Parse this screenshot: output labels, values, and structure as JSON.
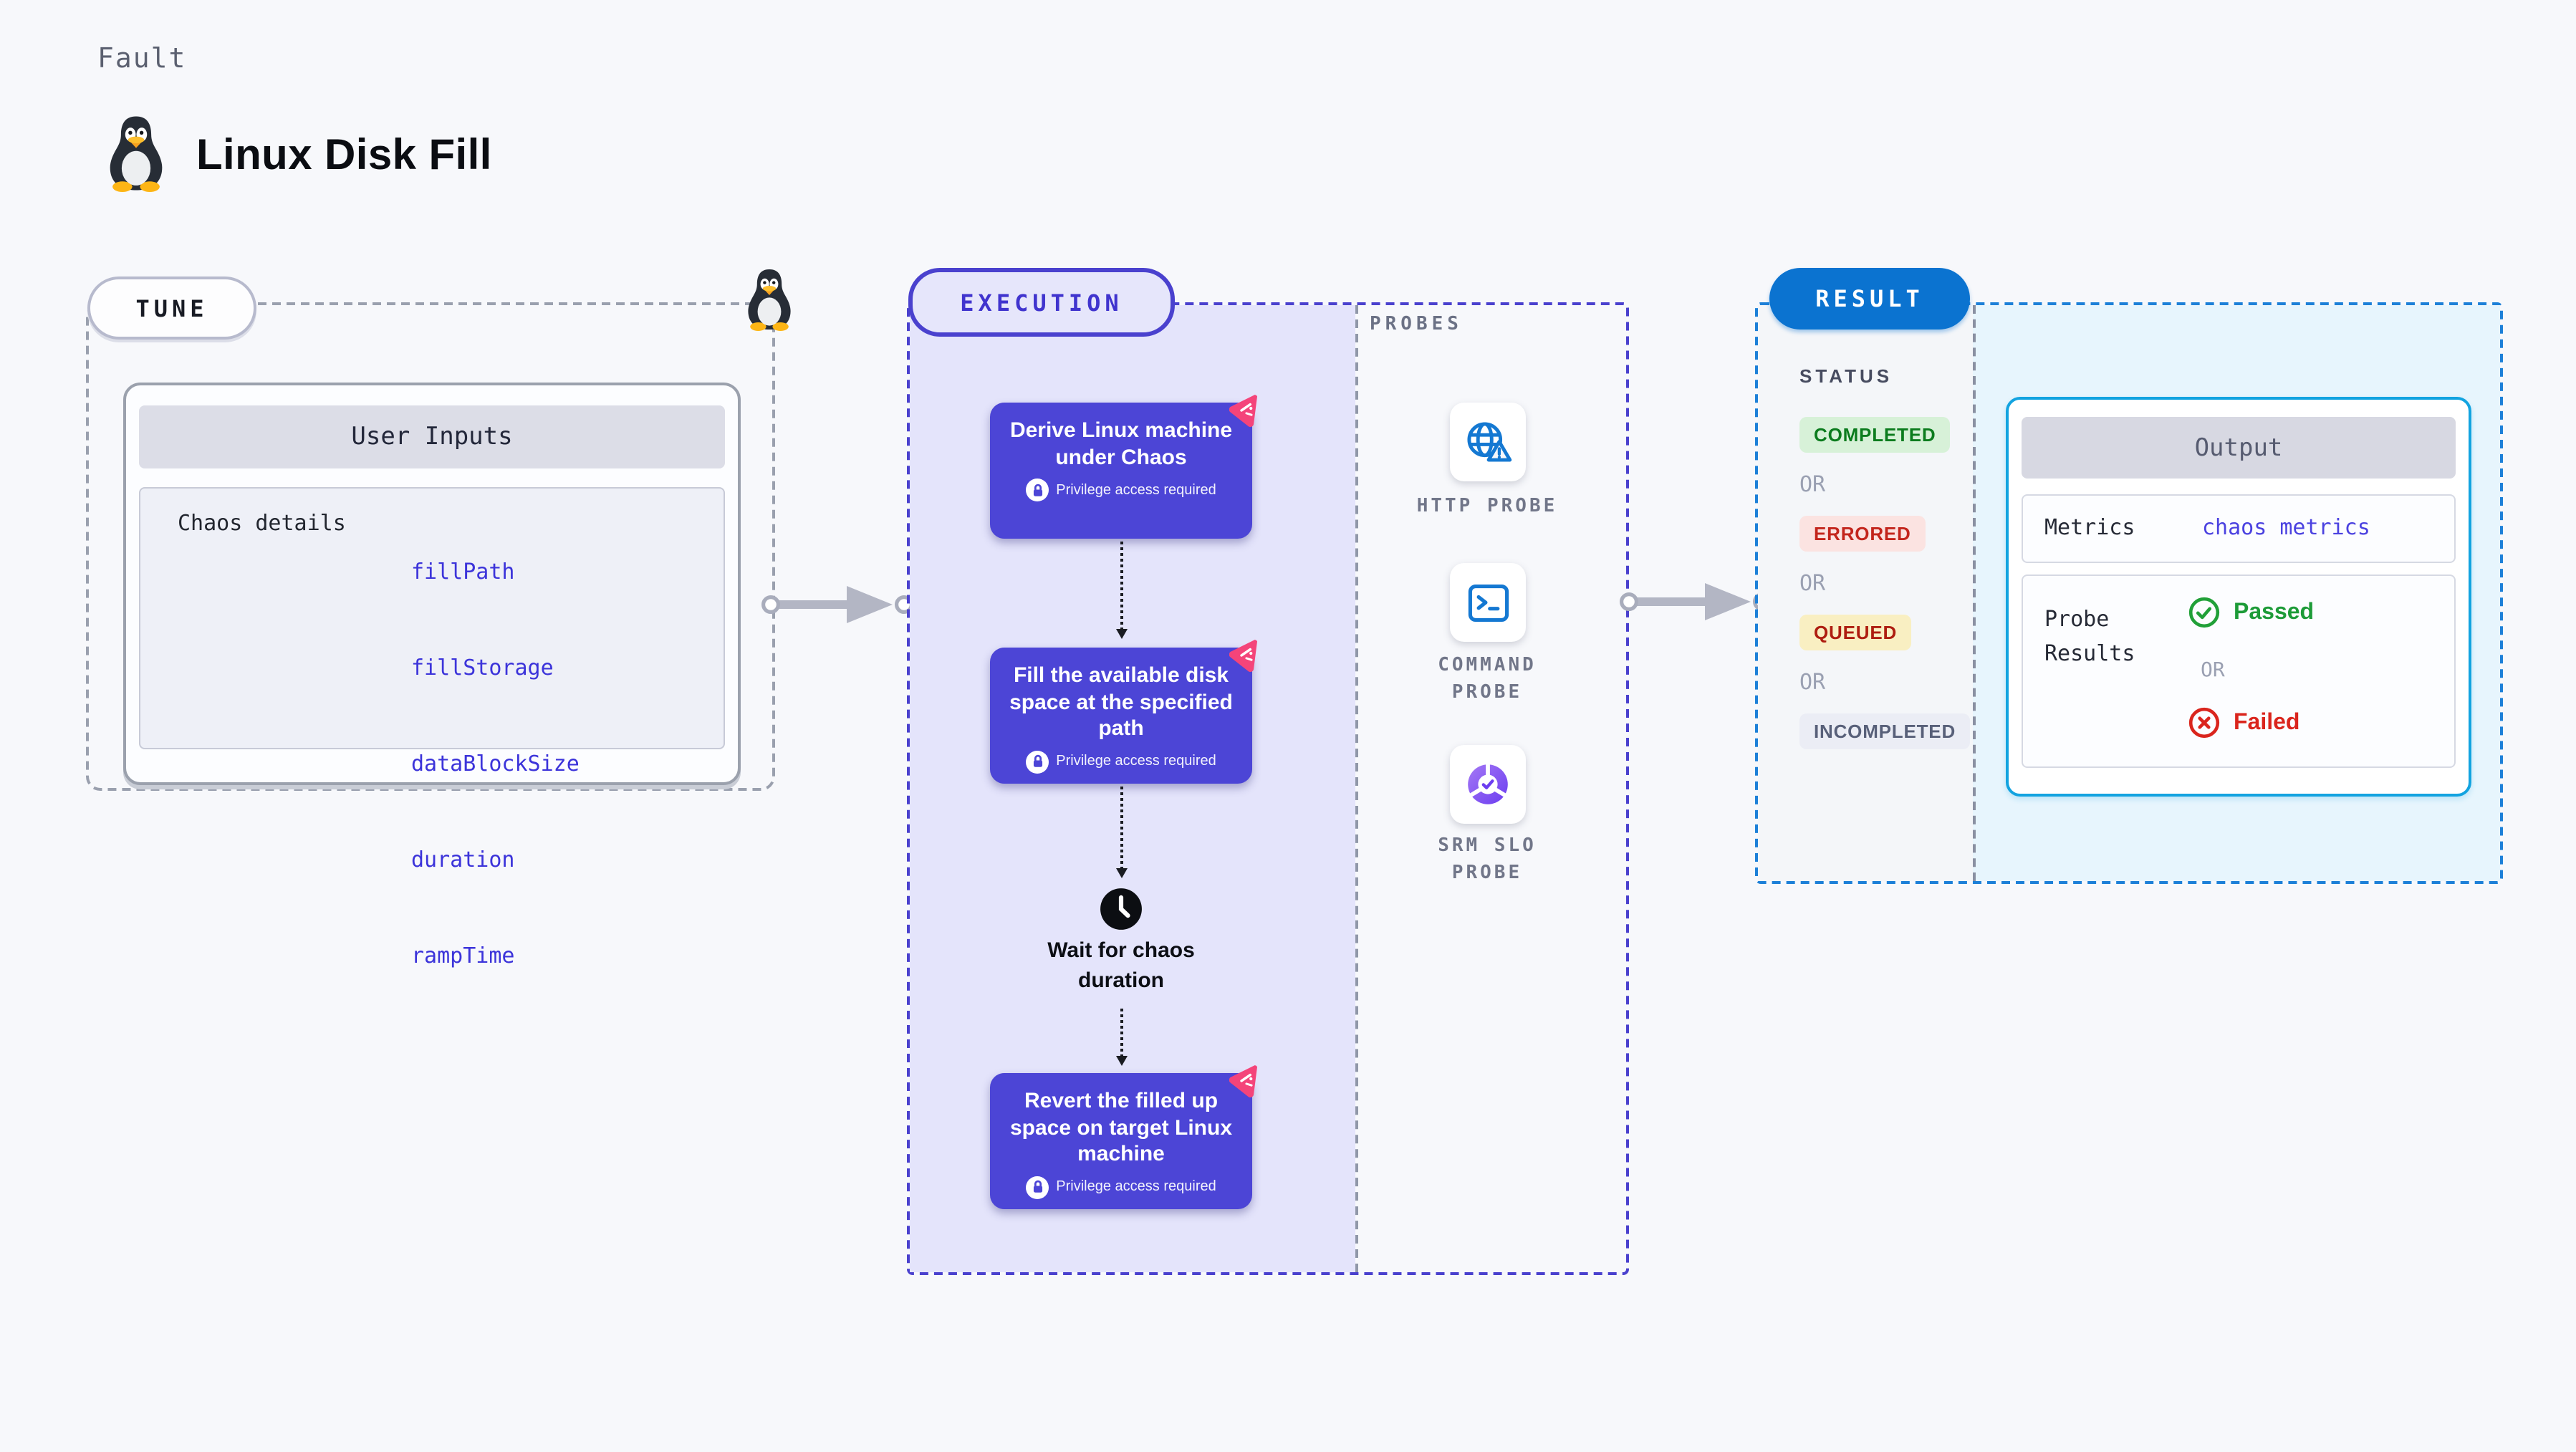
{
  "page": {
    "kicker": "Fault",
    "title": "Linux Disk Fill"
  },
  "tune": {
    "badge": "TUNE",
    "user_inputs": {
      "header": "User Inputs",
      "label": "Chaos details",
      "values": [
        "fillPath",
        "fillStorage",
        "dataBlockSize",
        "duration",
        "rampTime"
      ]
    }
  },
  "execution": {
    "badge": "EXECUTION",
    "steps": [
      {
        "title": "Derive Linux machine under Chaos",
        "note": "Privilege access required"
      },
      {
        "title": "Fill the available disk space at the specified path",
        "note": "Privilege access required"
      },
      {
        "title": "Revert the filled up space on target Linux machine",
        "note": "Privilege access required"
      }
    ],
    "wait_label": "Wait for chaos\nduration",
    "probes": {
      "header": "PROBES",
      "items": [
        {
          "label": "HTTP PROBE",
          "icon": "globe-warning-icon"
        },
        {
          "label": "COMMAND\nPROBE",
          "icon": "terminal-icon"
        },
        {
          "label": "SRM SLO\nPROBE",
          "icon": "slo-donut-icon"
        }
      ]
    }
  },
  "result": {
    "badge": "RESULT",
    "status": {
      "header": "STATUS",
      "or_label": "OR",
      "badges": [
        {
          "label": "COMPLETED",
          "fg": "#0c7c1e",
          "bg": "#d7f1d8"
        },
        {
          "label": "ERRORED",
          "fg": "#c3251c",
          "bg": "#fbe3e1"
        },
        {
          "label": "QUEUED",
          "fg": "#ae1d10",
          "bg": "#f9efc2"
        },
        {
          "label": "INCOMPLETED",
          "fg": "#586079",
          "bg": "#ebedf5"
        }
      ]
    },
    "output": {
      "header": "Output",
      "metrics_label": "Metrics",
      "metrics_value": "chaos metrics",
      "probe_results_label": "Probe\nResults",
      "passed": "Passed",
      "or_label": "OR",
      "failed": "Failed"
    }
  },
  "colors": {
    "page_bg": "#f7f8fb",
    "execution_fill": "#e4e4fb",
    "execution_border": "#4a41ce",
    "step_card": "#4c45d6",
    "chaos_badge_pink": "#f4447a",
    "result_pill": "#0b73d0",
    "result_border": "#1d80d8",
    "output_border": "#12a3e0",
    "output_area_bg": "#e7f5fd",
    "probe_icon_blue": "#1478d2",
    "link_indigo": "#3c34da",
    "passed_green": "#1d9b38",
    "failed_red": "#da251d"
  }
}
